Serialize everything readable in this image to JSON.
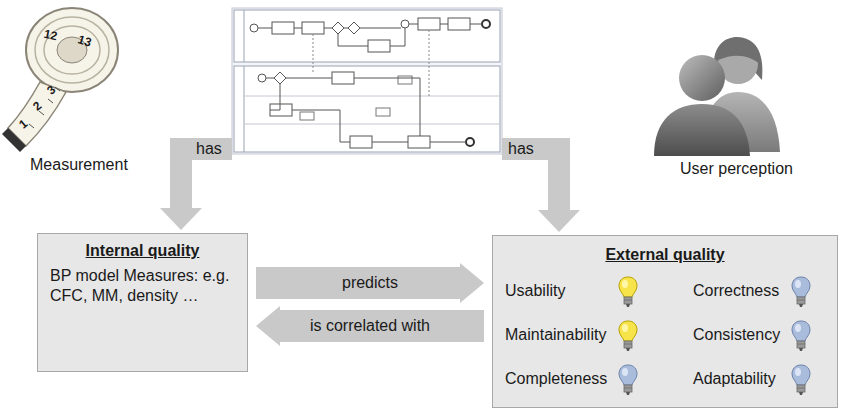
{
  "diagram": {
    "nodes": [
      {
        "text": [
          "Internal quality",
          "BP model Measures: e.g. CFC, MM, density …"
        ]
      },
      {
        "text": [
          "External quality",
          "Usability",
          "Correctness",
          "Maintainability",
          "Consistency",
          "Completeness",
          "Adaptability"
        ]
      }
    ],
    "edges": [
      {
        "from": 0,
        "to": 1,
        "label": "predicts",
        "arrow": "to"
      },
      {
        "from": 1,
        "to": 0,
        "label": "is correlated with",
        "arrow": "to"
      }
    ],
    "labels": [
      "12",
      "13",
      "1",
      "2",
      "3",
      "Measurement",
      "has",
      "has",
      "User perception"
    ]
  }
}
